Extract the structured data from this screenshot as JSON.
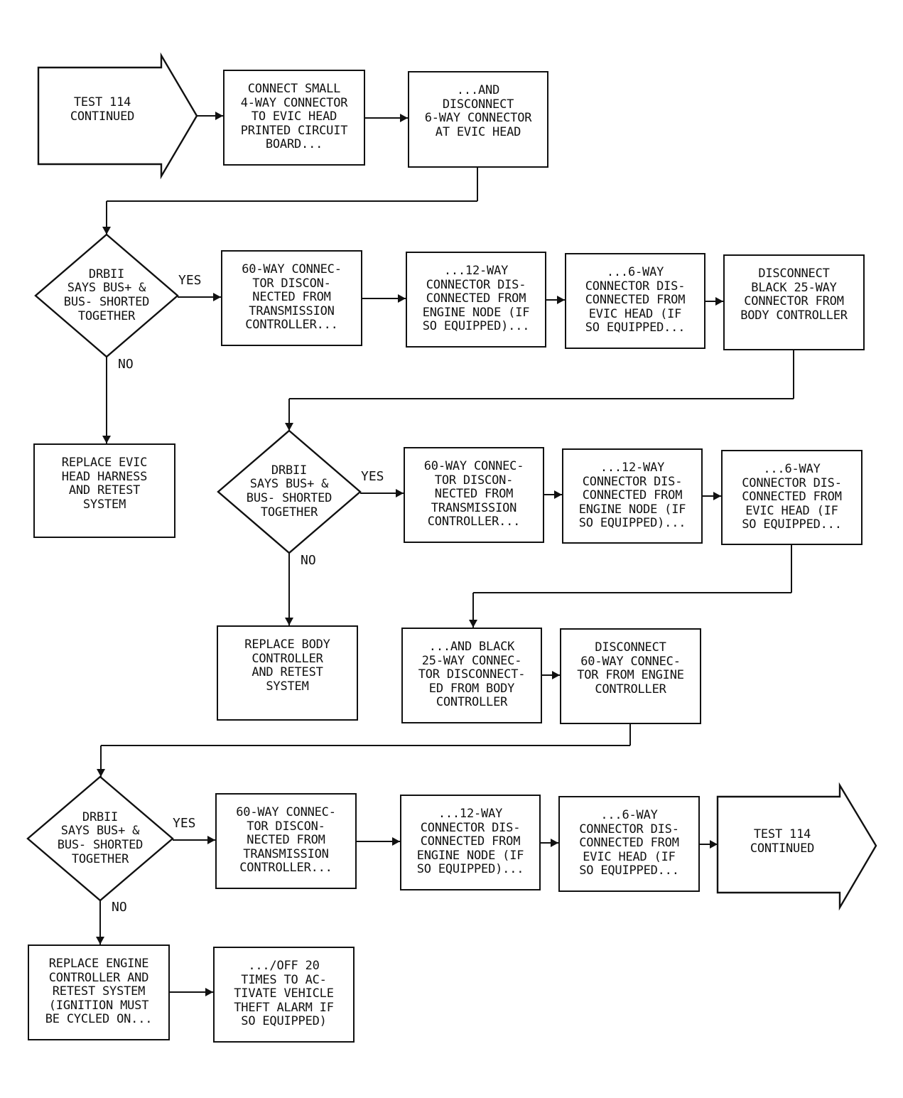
{
  "ink_color": "#111111",
  "start": {
    "lines": [
      "TEST 114",
      "CONTINUED"
    ]
  },
  "end": {
    "lines": [
      "TEST 114",
      "CONTINUED"
    ]
  },
  "row1": {
    "connect_4way": {
      "lines": [
        "CONNECT SMALL",
        "4-WAY CONNECTOR",
        "TO EVIC HEAD",
        "PRINTED CIRCUIT",
        "BOARD..."
      ]
    },
    "disconnect_6way": {
      "lines": [
        "...AND",
        "DISCONNECT",
        "6-WAY CONNECTOR",
        "AT EVIC HEAD"
      ]
    }
  },
  "decisions": [
    {
      "lines": [
        "DRBII",
        "SAYS BUS+ &",
        "BUS- SHORTED",
        "TOGETHER"
      ],
      "yes_label": "YES",
      "no_label": "NO"
    },
    {
      "lines": [
        "DRBII",
        "SAYS BUS+ &",
        "BUS- SHORTED",
        "TOGETHER"
      ],
      "yes_label": "YES",
      "no_label": "NO"
    },
    {
      "lines": [
        "DRBII",
        "SAYS BUS+ &",
        "BUS- SHORTED",
        "TOGETHER"
      ],
      "yes_label": "YES",
      "no_label": "NO"
    }
  ],
  "row2": [
    {
      "lines": [
        "60-WAY CONNEC-",
        "TOR DISCON-",
        "NECTED FROM",
        "TRANSMISSION",
        "CONTROLLER..."
      ]
    },
    {
      "lines": [
        "...12-WAY",
        "CONNECTOR DIS-",
        "CONNECTED FROM",
        "ENGINE NODE (IF",
        "SO EQUIPPED)..."
      ]
    },
    {
      "lines": [
        "...6-WAY",
        "CONNECTOR DIS-",
        "CONNECTED FROM",
        "EVIC HEAD (IF",
        "SO EQUIPPED..."
      ]
    },
    {
      "lines": [
        "DISCONNECT",
        "BLACK 25-WAY",
        "CONNECTOR FROM",
        "BODY CONTROLLER"
      ]
    }
  ],
  "replace_evic": {
    "lines": [
      "REPLACE EVIC",
      "HEAD HARNESS",
      "AND RETEST",
      "SYSTEM"
    ]
  },
  "row3": [
    {
      "lines": [
        "60-WAY CONNEC-",
        "TOR DISCON-",
        "NECTED FROM",
        "TRANSMISSION",
        "CONTROLLER..."
      ]
    },
    {
      "lines": [
        "...12-WAY",
        "CONNECTOR DIS-",
        "CONNECTED FROM",
        "ENGINE NODE (IF",
        "SO EQUIPPED)..."
      ]
    },
    {
      "lines": [
        "...6-WAY",
        "CONNECTOR DIS-",
        "CONNECTED FROM",
        "EVIC HEAD (IF",
        "SO EQUIPPED..."
      ]
    }
  ],
  "replace_body": {
    "lines": [
      "REPLACE BODY",
      "CONTROLLER",
      "AND RETEST",
      "SYSTEM"
    ]
  },
  "row4": [
    {
      "lines": [
        "...AND BLACK",
        "25-WAY CONNEC-",
        "TOR DISCONNECT-",
        "ED FROM BODY",
        "CONTROLLER"
      ]
    },
    {
      "lines": [
        "DISCONNECT",
        "60-WAY CONNEC-",
        "TOR FROM ENGINE",
        "CONTROLLER"
      ]
    }
  ],
  "row5": [
    {
      "lines": [
        "60-WAY CONNEC-",
        "TOR DISCON-",
        "NECTED FROM",
        "TRANSMISSION",
        "CONTROLLER..."
      ]
    },
    {
      "lines": [
        "...12-WAY",
        "CONNECTOR DIS-",
        "CONNECTED FROM",
        "ENGINE NODE (IF",
        "SO EQUIPPED)..."
      ]
    },
    {
      "lines": [
        "...6-WAY",
        "CONNECTOR DIS-",
        "CONNECTED FROM",
        "EVIC HEAD (IF",
        "SO EQUIPPED..."
      ]
    }
  ],
  "replace_engine": {
    "lines": [
      "REPLACE ENGINE",
      "CONTROLLER AND",
      "RETEST SYSTEM",
      "(IGNITION MUST",
      "BE CYCLED ON..."
    ]
  },
  "off_20_times": {
    "lines": [
      ".../OFF 20",
      "TIMES TO AC-",
      "TIVATE VEHICLE",
      "THEFT ALARM IF",
      "SO EQUIPPED)"
    ]
  }
}
